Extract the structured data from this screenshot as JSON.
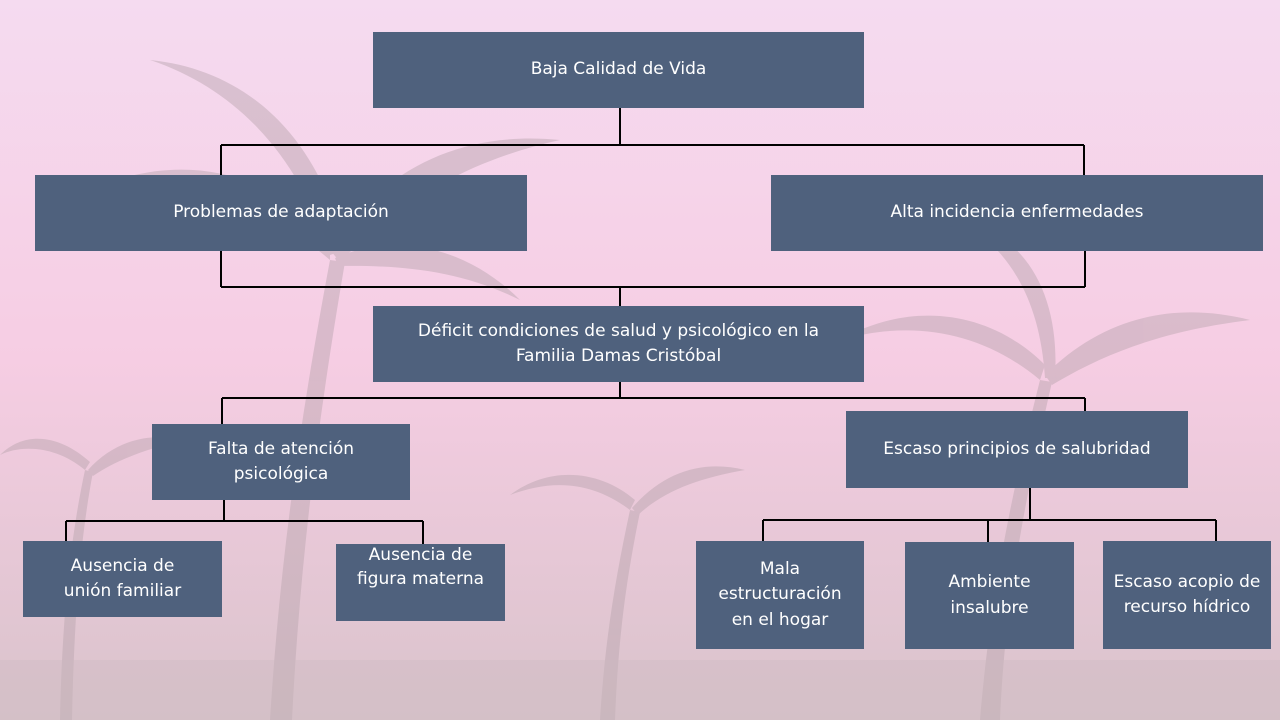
{
  "diagram": {
    "nodes": {
      "root": "Baja Calidad de Vida",
      "problemas": "Problemas de adaptación",
      "alta": "Alta incidencia enfermedades",
      "deficit": "Déficit condiciones de salud y psicológico en la Familia Damas Cristóbal",
      "falta": "Falta de atención psicológica",
      "escaso_principios": "Escaso principios de salubridad",
      "ausencia_union": "Ausencia de unión familiar",
      "ausencia_figura": "Ausencia de figura materna",
      "mala": "Mala estructuración en el hogar",
      "ambiente": "Ambiente insalubre",
      "acopio": "Escaso acopio de recurso hídrico"
    },
    "connector_color": "#000000",
    "box_color": "#4f617d",
    "text_color": "#ffffff"
  }
}
